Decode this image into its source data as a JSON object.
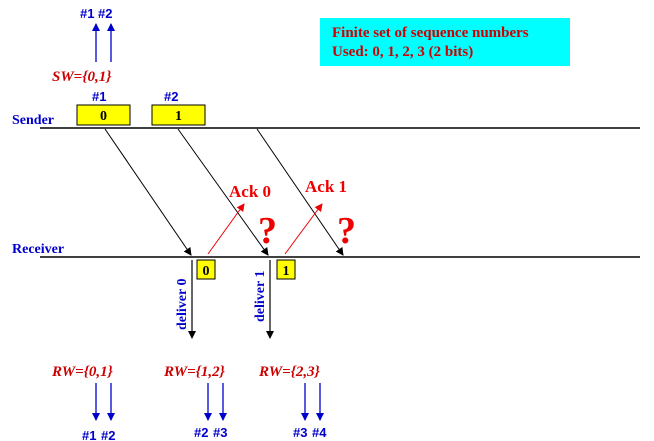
{
  "info_box": {
    "line1": "Finite set of sequence numbers",
    "line2": "Used: 0, 1, 2, 3 (2 bits)",
    "background": "#00ffff",
    "text_color": "#cc0000"
  },
  "sender": {
    "label": "Sender",
    "top_arrow_labels": [
      "#1",
      "#2"
    ],
    "window": "SW={0,1}",
    "packets": [
      {
        "tag": "#1",
        "seq": "0"
      },
      {
        "tag": "#2",
        "seq": "1"
      }
    ]
  },
  "receiver": {
    "label": "Receiver",
    "boxes": [
      "0",
      "1"
    ],
    "deliver_labels": [
      "deliver 0",
      "deliver 1"
    ]
  },
  "acks": [
    {
      "label": "Ack 0",
      "mark": "?"
    },
    {
      "label": "Ack 1",
      "mark": "?"
    }
  ],
  "receive_windows": [
    {
      "window": "RW={0,1}",
      "labels": [
        "#1",
        "#2"
      ]
    },
    {
      "window": "RW={1,2}",
      "labels": [
        "#2",
        "#3"
      ]
    },
    {
      "window": "RW={2,3}",
      "labels": [
        "#3",
        "#4"
      ]
    }
  ],
  "colors": {
    "label_blue": "#0000cc",
    "window_red": "#cc0000",
    "ack_red": "#ee0000",
    "box_yellow": "#ffff00"
  }
}
